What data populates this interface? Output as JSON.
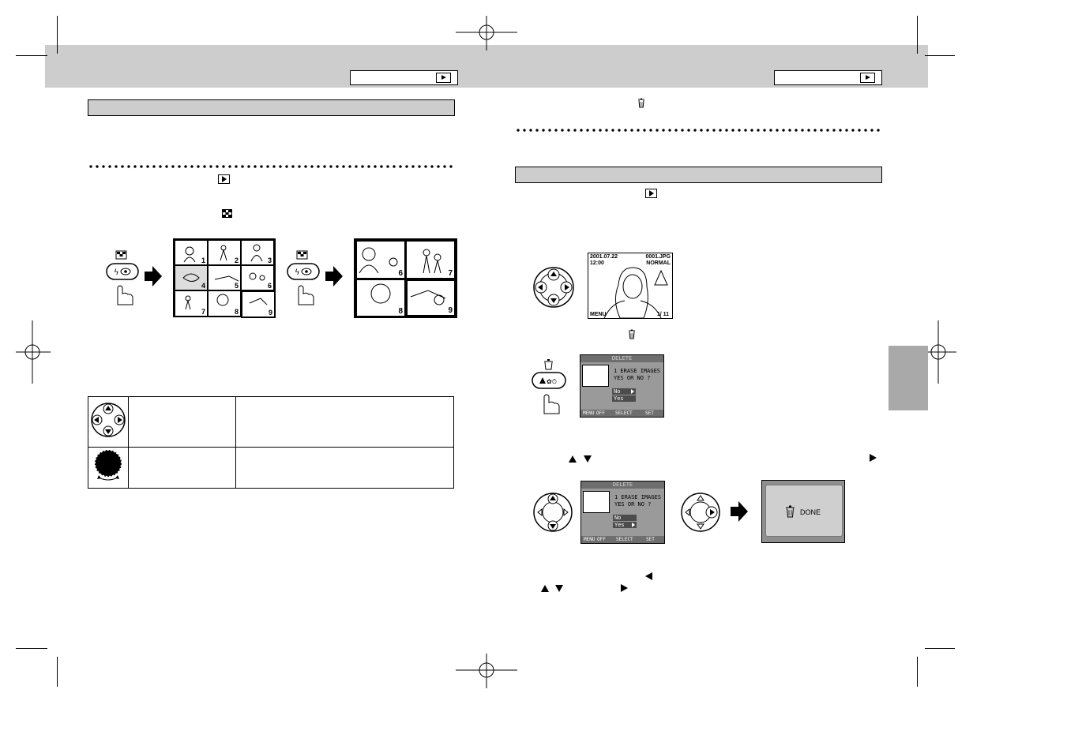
{
  "lcd_delete": {
    "title": "DELETE",
    "line1": "1 ERASE IMAGES",
    "line2": "YES OR NO ?",
    "option_no": "No",
    "option_yes": "Yes",
    "footer_menu": "MENU",
    "footer_off": "OFF",
    "footer_select": "SELECT",
    "footer_set": "SET"
  },
  "lcd_playback": {
    "date": "2001.07.22",
    "time": "12:00",
    "file_no": "0001.JPG",
    "quality": "NORMAL",
    "menu": "MENU",
    "frame": "1/ 11"
  },
  "done_screen": {
    "label": "DONE"
  },
  "thumbnails_nine": {
    "numbers": [
      "1",
      "2",
      "3",
      "4",
      "5",
      "6",
      "7",
      "8",
      "9"
    ]
  },
  "thumbnails_four": {
    "numbers": [
      "6",
      "7",
      "8",
      "9"
    ]
  },
  "icons": {
    "thumbnail": "thumbnail-grid-icon",
    "flash_red_eye": "flash-red-eye-button",
    "trash": "trash-icon",
    "play": "playback-icon",
    "multi_selector": "multi-selector-icon",
    "command_dial": "command-dial-icon"
  }
}
